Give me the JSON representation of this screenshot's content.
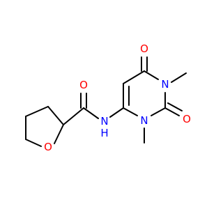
{
  "colors": {
    "background": "#ffffff",
    "bond": "#000000",
    "oxygen": "#ff0000",
    "nitrogen": "#0000ff"
  },
  "atoms": [
    {
      "id": "O_ring",
      "label": "O",
      "element": "O"
    },
    {
      "id": "O_amide",
      "label": "O",
      "element": "O"
    },
    {
      "id": "N_amide",
      "label": "N",
      "element": "N",
      "suffix": "H"
    },
    {
      "id": "N1",
      "label": "N",
      "element": "N"
    },
    {
      "id": "N3",
      "label": "N",
      "element": "N"
    },
    {
      "id": "O_c6",
      "label": "O",
      "element": "O"
    },
    {
      "id": "O_c2",
      "label": "O",
      "element": "O"
    }
  ],
  "labels": {
    "O_ring": "O",
    "O_amide": "O",
    "N_amide": "N",
    "N_amide_h": "H",
    "N1": "N",
    "N3": "N",
    "O_c6": "O",
    "O_c2": "O"
  }
}
